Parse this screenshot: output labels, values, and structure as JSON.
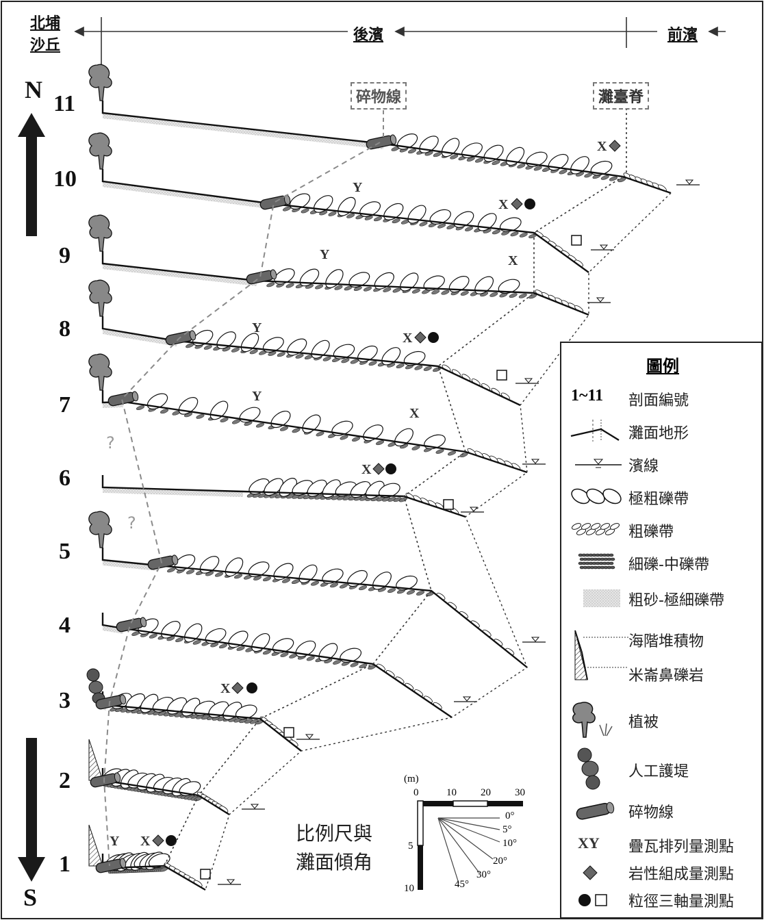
{
  "header": {
    "dune_label_line1": "北埔",
    "dune_label_line2": "沙丘",
    "backshore_label": "後濱",
    "foreshore_label": "前濱"
  },
  "compass": {
    "north": "N",
    "south": "S"
  },
  "features": {
    "debris_line_label": "碎物線",
    "berm_crest_label": "灘臺脊"
  },
  "profiles": [
    {
      "id": "11",
      "label": "11"
    },
    {
      "id": "10",
      "label": "10"
    },
    {
      "id": "9",
      "label": "9"
    },
    {
      "id": "8",
      "label": "8"
    },
    {
      "id": "7",
      "label": "7"
    },
    {
      "id": "6",
      "label": "6"
    },
    {
      "id": "5",
      "label": "5"
    },
    {
      "id": "4",
      "label": "4"
    },
    {
      "id": "3",
      "label": "3"
    },
    {
      "id": "2",
      "label": "2"
    },
    {
      "id": "1",
      "label": "1"
    }
  ],
  "markers": {
    "x": "X",
    "y": "Y",
    "question": "?"
  },
  "legend": {
    "title": "圖例",
    "items": [
      {
        "key": "profile-number",
        "symbol_text": "1~11",
        "label": "剖面編號"
      },
      {
        "key": "beach-topography",
        "label": "灘面地形"
      },
      {
        "key": "shoreline",
        "label": "濱線"
      },
      {
        "key": "very-coarse-gravel",
        "label": "極粗礫帶"
      },
      {
        "key": "coarse-gravel",
        "label": "粗礫帶"
      },
      {
        "key": "fine-medium-gravel",
        "label": "細礫-中礫帶"
      },
      {
        "key": "coarse-sand",
        "label": "粗砂-極細礫帶"
      },
      {
        "key": "terrace-deposit",
        "label": "海階堆積物"
      },
      {
        "key": "conglomerate",
        "label": "米崙鼻礫岩"
      },
      {
        "key": "vegetation",
        "label": "植被"
      },
      {
        "key": "seawall",
        "label": "人工護堤"
      },
      {
        "key": "debris-line",
        "label": "碎物線"
      },
      {
        "key": "imbrication",
        "symbol_text": "XY",
        "label": "疊瓦排列量測點"
      },
      {
        "key": "lithology",
        "label": "岩性組成量測點"
      },
      {
        "key": "grain-size",
        "label": "粒徑三軸量測點"
      }
    ]
  },
  "scale": {
    "unit": "(m)",
    "horizontal_ticks": [
      "0",
      "10",
      "20",
      "30"
    ],
    "vertical_ticks": [
      "0",
      "5",
      "10"
    ],
    "angles": [
      "0°",
      "5°",
      "10°",
      "20°",
      "30°",
      "45°"
    ],
    "caption_line1": "比例尺與",
    "caption_line2": "灘面傾角"
  },
  "colors": {
    "ink": "#1a1a1a",
    "dashed": "#8a8a8a",
    "vegetation": "#777777",
    "sand": "#d8d8d8"
  }
}
